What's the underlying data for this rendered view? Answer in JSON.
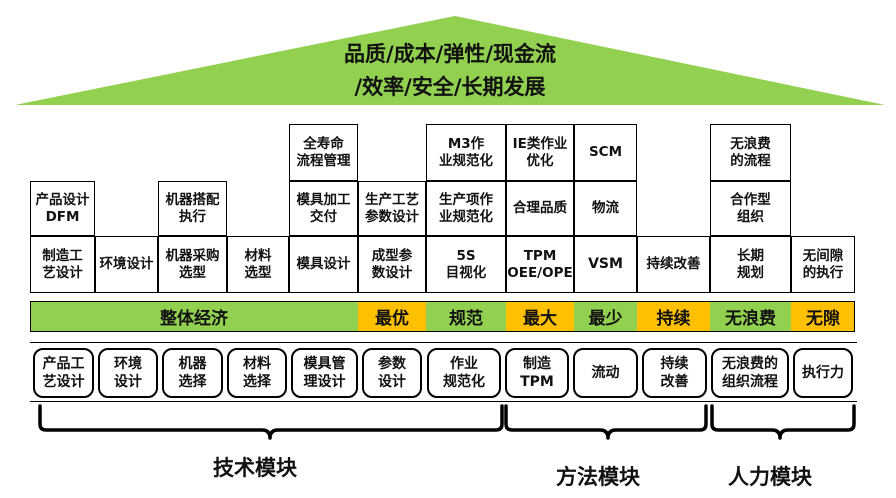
{
  "colors": {
    "roof": "#92d050",
    "green": "#92d050",
    "orange": "#ffc000"
  },
  "roof": {
    "line1": "品质/成本/弹性/现金流",
    "line2": "/效率/安全/长期发展"
  },
  "cells": {
    "c1_r3": "制造工\n艺设计",
    "c1_r2": "产品设计\nDFM",
    "c2_r3": "环境设计",
    "c3_r3": "机器采购\n选型",
    "c3_r2": "机器搭配\n执行",
    "c4_r3": "材料\n选型",
    "c5_r3": "模具设计",
    "c5_r2": "模具加工\n交付",
    "c5_r1": "全寿命\n流程管理",
    "c6_r3": "成型参\n数设计",
    "c6_r2": "生产工艺\n参数设计",
    "c7_r3": "5S\n目视化",
    "c7_r2": "生产项作\n业规范化",
    "c7_r1": "M3作\n业规范化",
    "c8_r3": "TPM\nOEE/OPE",
    "c8_r2": "合理品质",
    "c8_r1": "IE类作业\n优化",
    "c9_r3": "VSM",
    "c9_r2": "物流",
    "c9_r1": "SCM",
    "c10_r3": "持续改善",
    "c11_r3": "长期\n规划",
    "c11_r2": "合作型\n组织",
    "c11_r1": "无浪费\n的流程",
    "c12_r3": "无间隙\n的执行"
  },
  "bar": {
    "b1": "整体经济",
    "b2": "最优",
    "b3": "规范",
    "b4": "最大",
    "b5": "最少",
    "b6": "持续",
    "b7": "无浪费",
    "b8": "无隙"
  },
  "pills": {
    "p1": "产品工\n艺设计",
    "p2": "环境\n设计",
    "p3": "机器\n选择",
    "p4": "材料\n选择",
    "p5": "模具管\n理设计",
    "p6": "参数\n设计",
    "p7": "作业\n规范化",
    "p8": "制造\nTPM",
    "p9": "流动",
    "p10": "持续\n改善",
    "p11": "无浪费的\n组织流程",
    "p12": "执行力"
  },
  "modules": {
    "tech": "技术模块",
    "method": "方法模块",
    "people": "人力模块"
  }
}
